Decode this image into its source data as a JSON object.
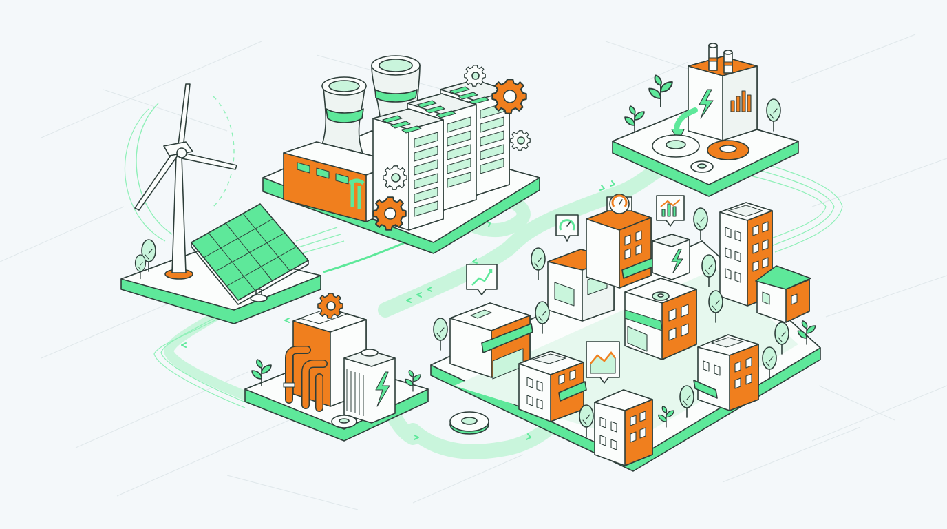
{
  "palette": {
    "green": "#5ee89a",
    "green_light": "#c9f5dc",
    "green_pale": "#e6f8ee",
    "orange": "#f07f1e",
    "outline": "#2e3e3a",
    "surface": "#fbfdfc",
    "background": "#f4f8fa"
  },
  "nodes": [
    {
      "key": "renewables",
      "icons": [
        "wind-turbine-icon",
        "solar-panel-icon",
        "tree-icon"
      ]
    },
    {
      "key": "power-plant",
      "icons": [
        "cooling-tower-icon",
        "server-rack-icon",
        "gear-icon"
      ]
    },
    {
      "key": "factory",
      "icons": [
        "chimney-icon",
        "lightning-bolt-icon",
        "bar-chart-icon",
        "gear-icon",
        "plant-icon"
      ]
    },
    {
      "key": "storage",
      "icons": [
        "pipe-icon",
        "battery-icon",
        "lightning-bolt-icon",
        "gear-icon",
        "plant-icon"
      ]
    },
    {
      "key": "city",
      "icons": [
        "building-icon",
        "shop-icon",
        "gauge-icon",
        "line-chart-icon",
        "tree-icon"
      ]
    }
  ],
  "flows": [
    {
      "from": "renewables",
      "to": "storage"
    },
    {
      "from": "storage",
      "to": "city"
    },
    {
      "from": "power-plant",
      "to": "city"
    },
    {
      "from": "factory",
      "to": "city"
    },
    {
      "from": "renewables",
      "to": "power-plant"
    }
  ]
}
